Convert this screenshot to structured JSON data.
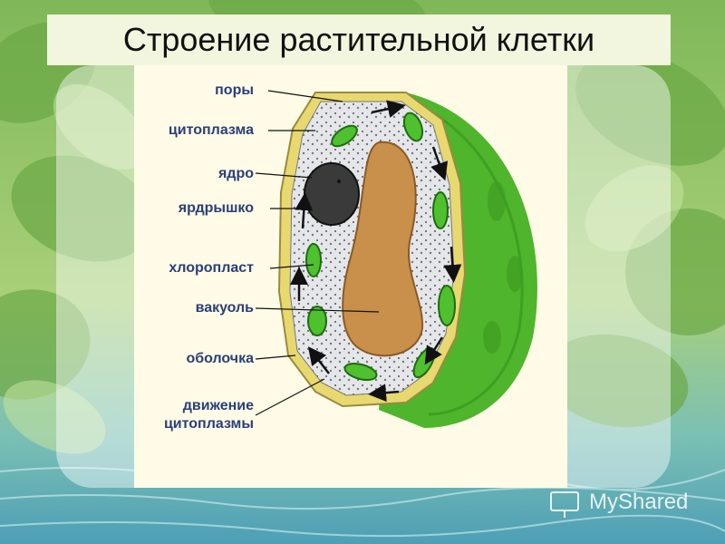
{
  "title": "Строение растительной клетки",
  "labels": {
    "pores": "поры",
    "cytoplasm": "цитоплазма",
    "nucleus": "ядро",
    "nucleolus": "ярдрышко",
    "chloroplast": "хлоропласт",
    "vacuole": "вакуоль",
    "membrane": "оболочка",
    "movement_line1": "движение",
    "movement_line2": "цитоплазмы"
  },
  "watermark": "MyShared",
  "colors": {
    "leaf_green": "#5fa83a",
    "water_blue": "#6bb8c4",
    "title_bg": "#f3f6de",
    "label_text": "#2a3f7a",
    "cell_wall": "#e8d870",
    "chloroplast": "#4fc02e",
    "vacuole": "#c8904a",
    "nucleus": "#3a3a3a"
  }
}
